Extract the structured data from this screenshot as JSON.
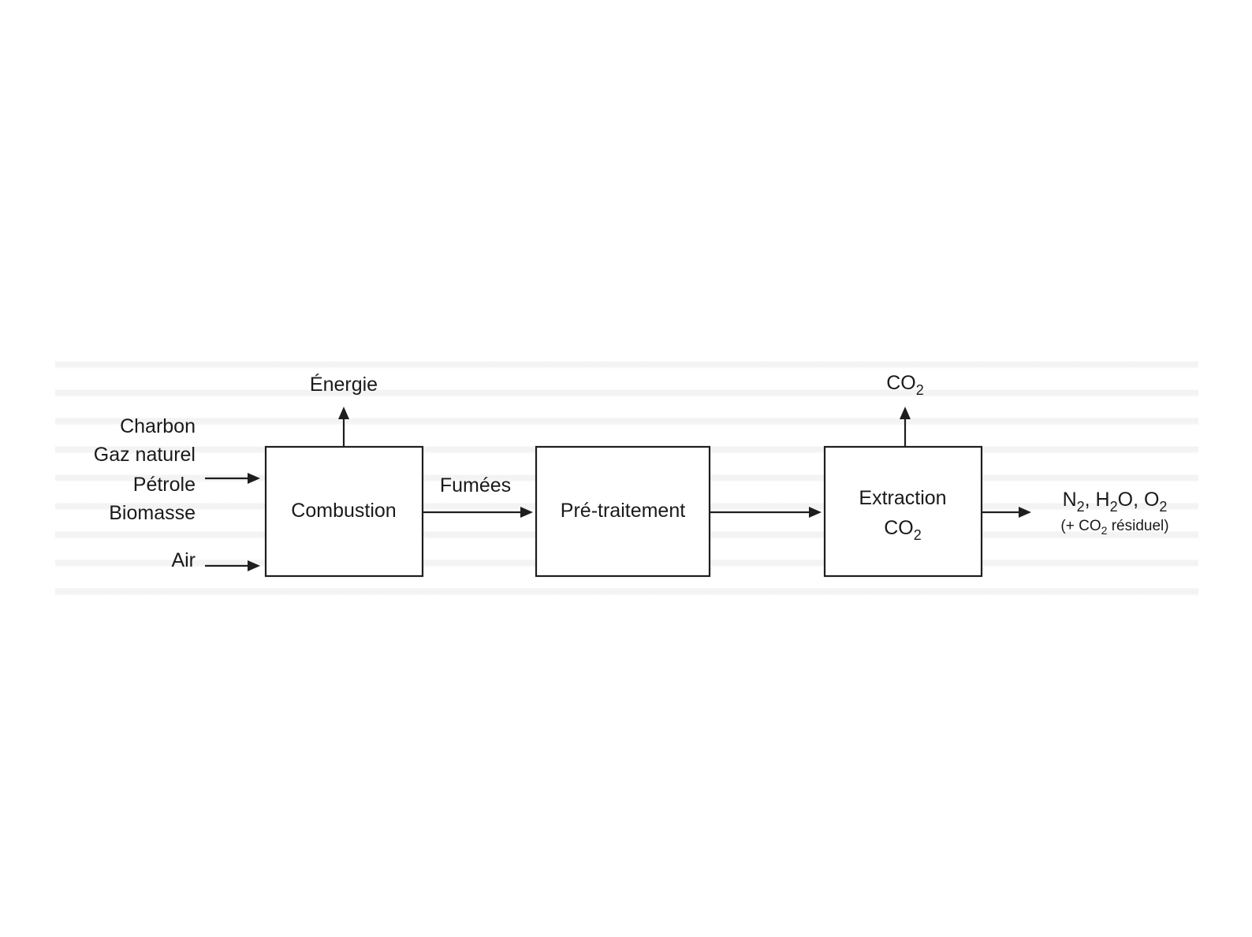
{
  "inputs": {
    "fuels": [
      "Charbon",
      "Gaz naturel",
      "Pétrole",
      "Biomasse"
    ],
    "air": "Air"
  },
  "nodes": {
    "combustion": "Combustion",
    "pretraitement": "Pré-traitement",
    "extraction_line1": "Extraction",
    "extraction_co2": {
      "base": "CO",
      "sub": "2"
    }
  },
  "outputs": {
    "energie": "Énergie",
    "co2_top": {
      "base": "CO",
      "sub": "2"
    },
    "fumees": "Fumées",
    "final_line1": [
      {
        "base": "N",
        "sub": "2"
      },
      {
        "text": ", "
      },
      {
        "base": "H",
        "sub": "2"
      },
      {
        "text": "O, "
      },
      {
        "base": "O",
        "sub": "2"
      }
    ],
    "final_line2": [
      {
        "text": "(+ "
      },
      {
        "base": "CO",
        "sub": "2"
      },
      {
        "text": " résiduel)"
      }
    ]
  },
  "colors": {
    "ink": "#1e1e1e",
    "background": "#ffffff"
  }
}
